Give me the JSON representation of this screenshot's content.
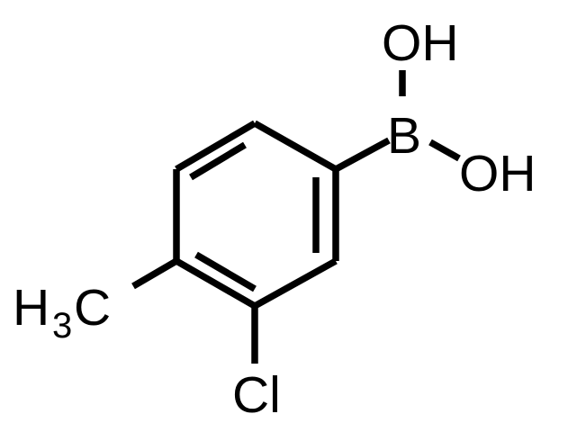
{
  "molecule": {
    "labels": {
      "oh_top": "OH",
      "oh_right": "OH",
      "boron": "B",
      "methyl_h": "H",
      "methyl_sub": "3",
      "methyl_c": "C",
      "chlorine": "Cl"
    }
  },
  "colors": {
    "ink": "#000000",
    "background": "#ffffff"
  }
}
